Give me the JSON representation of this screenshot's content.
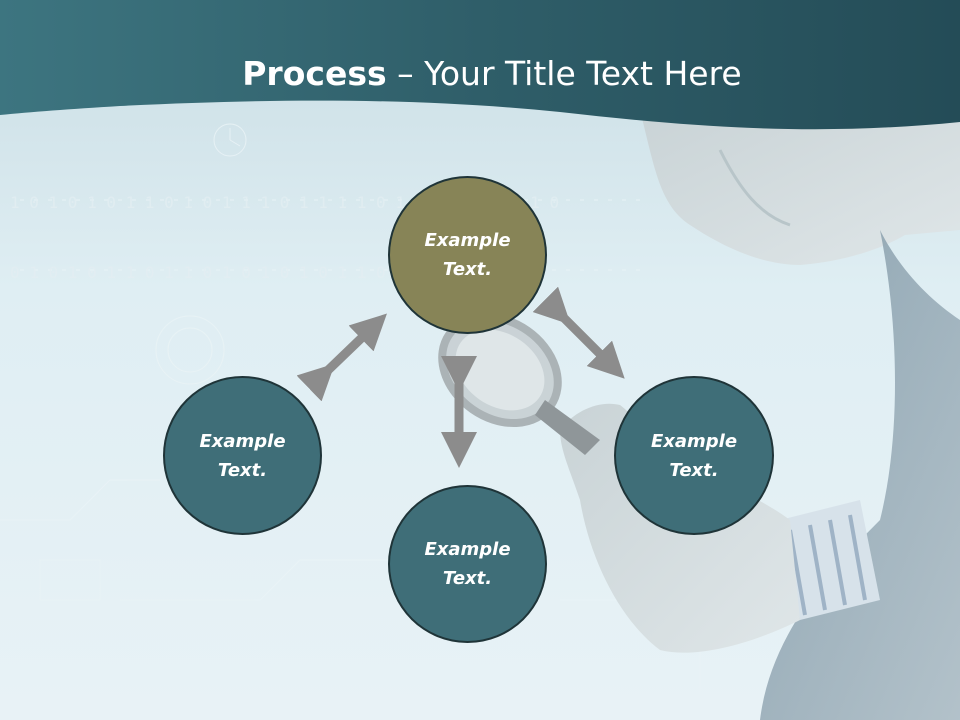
{
  "title": {
    "bold": "Process",
    "rest": " – Your Title Text Here"
  },
  "colors": {
    "header": "#3a6f7a",
    "accent_circle": "#878457",
    "circle": "#3f6e78",
    "arrow": "#8c8c8c"
  },
  "circles": {
    "top": {
      "line1": "Example",
      "line2": "Text."
    },
    "left": {
      "line1": "Example",
      "line2": "Text."
    },
    "right": {
      "line1": "Example",
      "line2": "Text."
    },
    "bottom": {
      "line1": "Example",
      "line2": "Text."
    }
  },
  "background_image": "man-with-magnifying-glass"
}
